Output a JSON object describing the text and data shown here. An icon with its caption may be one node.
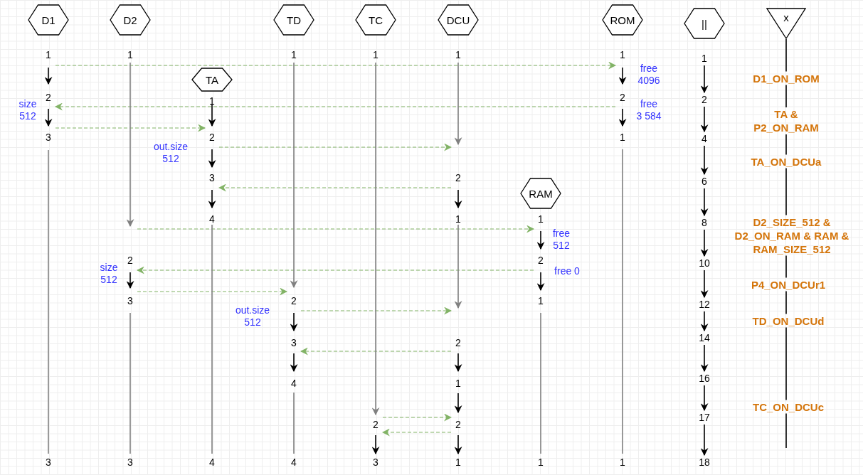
{
  "diagram": {
    "nodes": [
      {
        "text": [
          "D1"
        ]
      },
      {
        "text": [
          "D2"
        ]
      },
      {
        "text": [
          "TD"
        ]
      },
      {
        "text": [
          "TC"
        ]
      },
      {
        "text": [
          "DCU"
        ]
      },
      {
        "text": [
          "ROM"
        ]
      },
      {
        "text": [
          "||"
        ]
      },
      {
        "text": [
          "x"
        ]
      },
      {
        "text": [
          "TA"
        ]
      },
      {
        "text": [
          "RAM"
        ]
      },
      {
        "text": [
          "1"
        ]
      },
      {
        "text": [
          "2"
        ]
      },
      {
        "text": [
          "3"
        ]
      },
      {
        "text": [
          "3"
        ]
      },
      {
        "text": [
          "1"
        ]
      },
      {
        "text": [
          "2"
        ]
      },
      {
        "text": [
          "3"
        ]
      },
      {
        "text": [
          "3"
        ]
      },
      {
        "text": [
          "1"
        ]
      },
      {
        "text": [
          "2"
        ]
      },
      {
        "text": [
          "3"
        ]
      },
      {
        "text": [
          "4"
        ]
      },
      {
        "text": [
          "4"
        ]
      },
      {
        "text": [
          "1"
        ]
      },
      {
        "text": [
          "2"
        ]
      },
      {
        "text": [
          "3"
        ]
      },
      {
        "text": [
          "4"
        ]
      },
      {
        "text": [
          "4"
        ]
      },
      {
        "text": [
          "1"
        ]
      },
      {
        "text": [
          "2"
        ]
      },
      {
        "text": [
          "3"
        ]
      },
      {
        "text": [
          "1"
        ]
      },
      {
        "text": [
          "2"
        ]
      },
      {
        "text": [
          "1"
        ]
      },
      {
        "text": [
          "2"
        ]
      },
      {
        "text": [
          "1"
        ]
      },
      {
        "text": [
          "2"
        ]
      },
      {
        "text": [
          "1"
        ]
      },
      {
        "text": [
          "1"
        ]
      },
      {
        "text": [
          "2"
        ]
      },
      {
        "text": [
          "1"
        ]
      },
      {
        "text": [
          "1"
        ]
      },
      {
        "text": [
          "1"
        ]
      },
      {
        "text": [
          "2"
        ]
      },
      {
        "text": [
          "1"
        ]
      },
      {
        "text": [
          "1"
        ]
      },
      {
        "text": [
          "1"
        ]
      },
      {
        "text": [
          "2"
        ]
      },
      {
        "text": [
          "4"
        ]
      },
      {
        "text": [
          "6"
        ]
      },
      {
        "text": [
          "8"
        ]
      },
      {
        "text": [
          "10"
        ]
      },
      {
        "text": [
          "12"
        ]
      },
      {
        "text": [
          "14"
        ]
      },
      {
        "text": [
          "16"
        ]
      },
      {
        "text": [
          "17"
        ]
      },
      {
        "text": [
          "18"
        ]
      },
      {
        "text": [
          "D1_ON_ROM"
        ]
      },
      {
        "text": [
          "TA & P2_ON_RAM"
        ]
      },
      {
        "text": [
          "TA_ON_DCUa"
        ]
      },
      {
        "text": [
          "D2_SIZE_512 & D2_ON_RAM & RAM & RAM_SIZE_512"
        ]
      },
      {
        "text": [
          "P4_ON_DCUr1"
        ]
      },
      {
        "text": [
          "TD_ON_DCUd"
        ]
      },
      {
        "text": [
          "TC_ON_DCUc"
        ]
      }
    ],
    "edges": [
      {
        "from": 10,
        "to": 42,
        "arrow": "to",
        "style": "dashed",
        "color": "#82b366"
      },
      {
        "from": 43,
        "to": 11,
        "arrow": "to",
        "style": "dashed",
        "color": "#82b366"
      },
      {
        "from": 12,
        "to": 19,
        "arrow": "to",
        "style": "dashed",
        "color": "#82b366"
      },
      {
        "from": 19,
        "to": 32,
        "arrow": "to",
        "style": "dashed",
        "color": "#82b366"
      },
      {
        "from": 32,
        "to": 20,
        "arrow": "to",
        "style": "dashed",
        "color": "#82b366"
      },
      {
        "from": 15,
        "to": 38,
        "arrow": "to",
        "style": "dashed",
        "color": "#82b366"
      },
      {
        "from": 39,
        "to": 15,
        "arrow": "to",
        "style": "dashed",
        "color": "#82b366"
      },
      {
        "from": 16,
        "to": 24,
        "arrow": "to",
        "style": "dashed",
        "color": "#82b366"
      },
      {
        "from": 24,
        "to": 34,
        "arrow": "to",
        "style": "dashed",
        "color": "#82b366"
      },
      {
        "from": 34,
        "to": 25,
        "arrow": "to",
        "style": "dashed",
        "color": "#82b366"
      },
      {
        "from": 29,
        "to": 36,
        "arrow": "to",
        "style": "dashed",
        "color": "#82b366"
      },
      {
        "from": 36,
        "to": 29,
        "arrow": "to",
        "style": "dashed",
        "color": "#82b366"
      },
      {
        "from": 10,
        "to": 11,
        "arrow": "to"
      },
      {
        "from": 11,
        "to": 12,
        "arrow": "to"
      },
      {
        "from": 12,
        "to": 13,
        "arrow": "none",
        "color": "#808080"
      },
      {
        "from": 14,
        "to": 15,
        "arrow": "to",
        "color": "#808080"
      },
      {
        "from": 15,
        "to": 16,
        "arrow": "to"
      },
      {
        "from": 16,
        "to": 17,
        "arrow": "none",
        "color": "#808080"
      },
      {
        "from": 18,
        "to": 19,
        "arrow": "to"
      },
      {
        "from": 19,
        "to": 20,
        "arrow": "to"
      },
      {
        "from": 20,
        "to": 21,
        "arrow": "to"
      },
      {
        "from": 21,
        "to": 22,
        "arrow": "none",
        "color": "#808080"
      },
      {
        "from": 23,
        "to": 24,
        "arrow": "to",
        "color": "#808080"
      },
      {
        "from": 24,
        "to": 25,
        "arrow": "to"
      },
      {
        "from": 25,
        "to": 26,
        "arrow": "to"
      },
      {
        "from": 26,
        "to": 27,
        "arrow": "none",
        "color": "#808080"
      },
      {
        "from": 28,
        "to": 29,
        "arrow": "to",
        "color": "#808080"
      },
      {
        "from": 29,
        "to": 30,
        "arrow": "to"
      },
      {
        "from": 31,
        "to": 32,
        "arrow": "to",
        "color": "#808080"
      },
      {
        "from": 32,
        "to": 33,
        "arrow": "to"
      },
      {
        "from": 33,
        "to": 34,
        "arrow": "to",
        "color": "#808080"
      },
      {
        "from": 34,
        "to": 35,
        "arrow": "to"
      },
      {
        "from": 35,
        "to": 36,
        "arrow": "to"
      },
      {
        "from": 36,
        "to": 37,
        "arrow": "to"
      },
      {
        "from": 38,
        "to": 39,
        "arrow": "to"
      },
      {
        "from": 39,
        "to": 40,
        "arrow": "to"
      },
      {
        "from": 40,
        "to": 41,
        "arrow": "none",
        "color": "#808080"
      },
      {
        "from": 42,
        "to": 43,
        "arrow": "to"
      },
      {
        "from": 43,
        "to": 44,
        "arrow": "to"
      },
      {
        "from": 44,
        "to": 45,
        "arrow": "none",
        "color": "#808080"
      },
      {
        "from": 46,
        "to": 47,
        "arrow": "to"
      },
      {
        "from": 47,
        "to": 48,
        "arrow": "to"
      },
      {
        "from": 48,
        "to": 49,
        "arrow": "to"
      },
      {
        "from": 49,
        "to": 50,
        "arrow": "to"
      },
      {
        "from": 50,
        "to": 51,
        "arrow": "to"
      },
      {
        "from": 51,
        "to": 52,
        "arrow": "to"
      },
      {
        "from": 52,
        "to": 53,
        "arrow": "to"
      },
      {
        "from": 53,
        "to": 54,
        "arrow": "to"
      },
      {
        "from": 54,
        "to": 55,
        "arrow": "to"
      },
      {
        "from": 55,
        "to": 56,
        "arrow": "to"
      },
      {
        "from": 7,
        "to": 57,
        "arrow": "none"
      },
      {
        "from": 57,
        "to": 58,
        "arrow": "none"
      },
      {
        "from": 58,
        "to": 59,
        "arrow": "none"
      },
      {
        "from": 59,
        "to": 60,
        "arrow": "none"
      },
      {
        "from": 60,
        "to": 61,
        "arrow": "none"
      },
      {
        "from": 61,
        "to": 62,
        "arrow": "none"
      },
      {
        "from": 62,
        "to": 63,
        "arrow": "none"
      },
      {
        "from": 63,
        "to": null,
        "arrow": "none"
      }
    ],
    "labels": [
      "free 4096",
      "size 512",
      "free 3 584",
      "out.size 512",
      "free 512",
      "size 512",
      "free 0",
      "out.size 512"
    ]
  }
}
